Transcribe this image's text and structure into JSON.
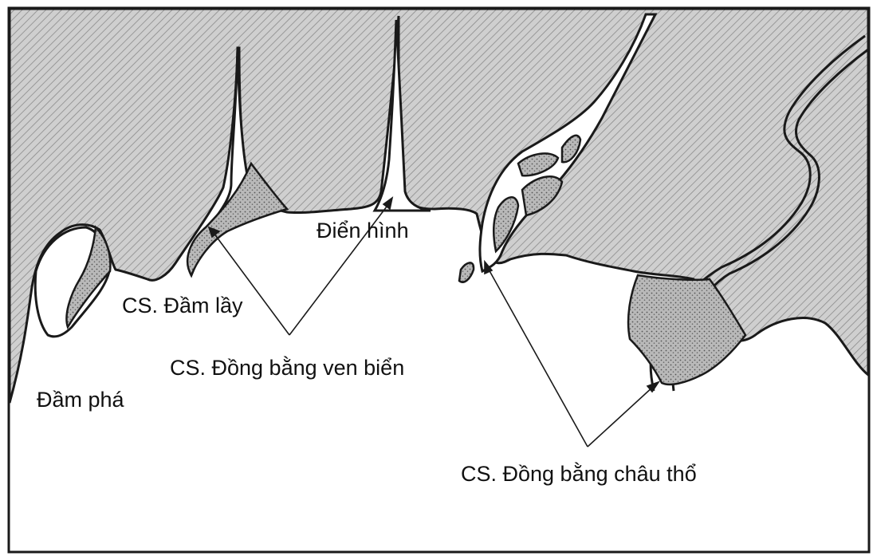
{
  "labels": {
    "lagoon": "Đầm phá",
    "swamp_estuary": "CS. Đầm lầy",
    "typical_estuary": "Điển hình",
    "coastal_plain_estuary": "CS. Đồng bằng ven biển",
    "delta_estuary": "CS. Đồng bằng châu thổ"
  },
  "colors": {
    "land_fill": "#c8c8c8",
    "hatch_line": "#8a8a8a",
    "outline": "#1a1a1a",
    "sediment": "#a9a9a9",
    "water": "#ffffff"
  }
}
